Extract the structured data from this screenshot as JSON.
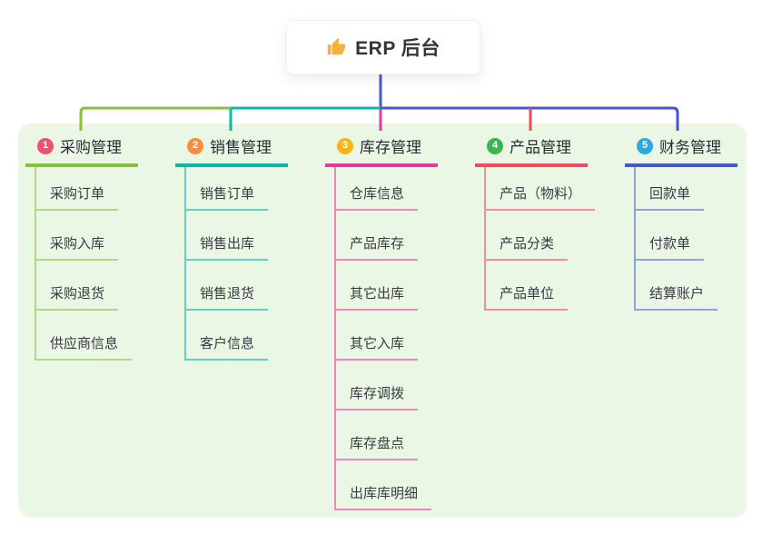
{
  "root": {
    "icon": "thumbs-up-icon",
    "icon_color": "#f2b23e",
    "label": "ERP 后台"
  },
  "branches": [
    {
      "badge": "1",
      "title": "采购管理",
      "color": "#85c03e",
      "light_color": "#b2d98b",
      "badge_color": "#f1516b",
      "children": [
        "采购订单",
        "采购入库",
        "采购退货",
        "供应商信息"
      ]
    },
    {
      "badge": "2",
      "title": "销售管理",
      "color": "#10b6a9",
      "light_color": "#66cfc4",
      "badge_color": "#fb8c40",
      "children": [
        "销售订单",
        "销售出库",
        "销售退货",
        "客户信息"
      ]
    },
    {
      "badge": "3",
      "title": "库存管理",
      "color": "#e23a9e",
      "light_color": "#ef86be",
      "badge_color": "#fcb315",
      "children": [
        "仓库信息",
        "产品库存",
        "其它出库",
        "其它入库",
        "库存调拨",
        "库存盘点",
        "出库库明细"
      ]
    },
    {
      "badge": "4",
      "title": "产品管理",
      "color": "#f4495c",
      "light_color": "#f58f8f",
      "badge_color": "#3cb64e",
      "children": [
        "产品（物料）",
        "产品分类",
        "产品单位"
      ]
    },
    {
      "badge": "5",
      "title": "财务管理",
      "color": "#4656cd",
      "light_color": "#8fa4db",
      "badge_color": "#2aaae2",
      "children": [
        "回款单",
        "付款单",
        "结算账户"
      ]
    }
  ],
  "colors": {
    "panel_bg": "#e9f7e4",
    "root_line": "#4656cd",
    "page_bg": "#ffffff"
  }
}
